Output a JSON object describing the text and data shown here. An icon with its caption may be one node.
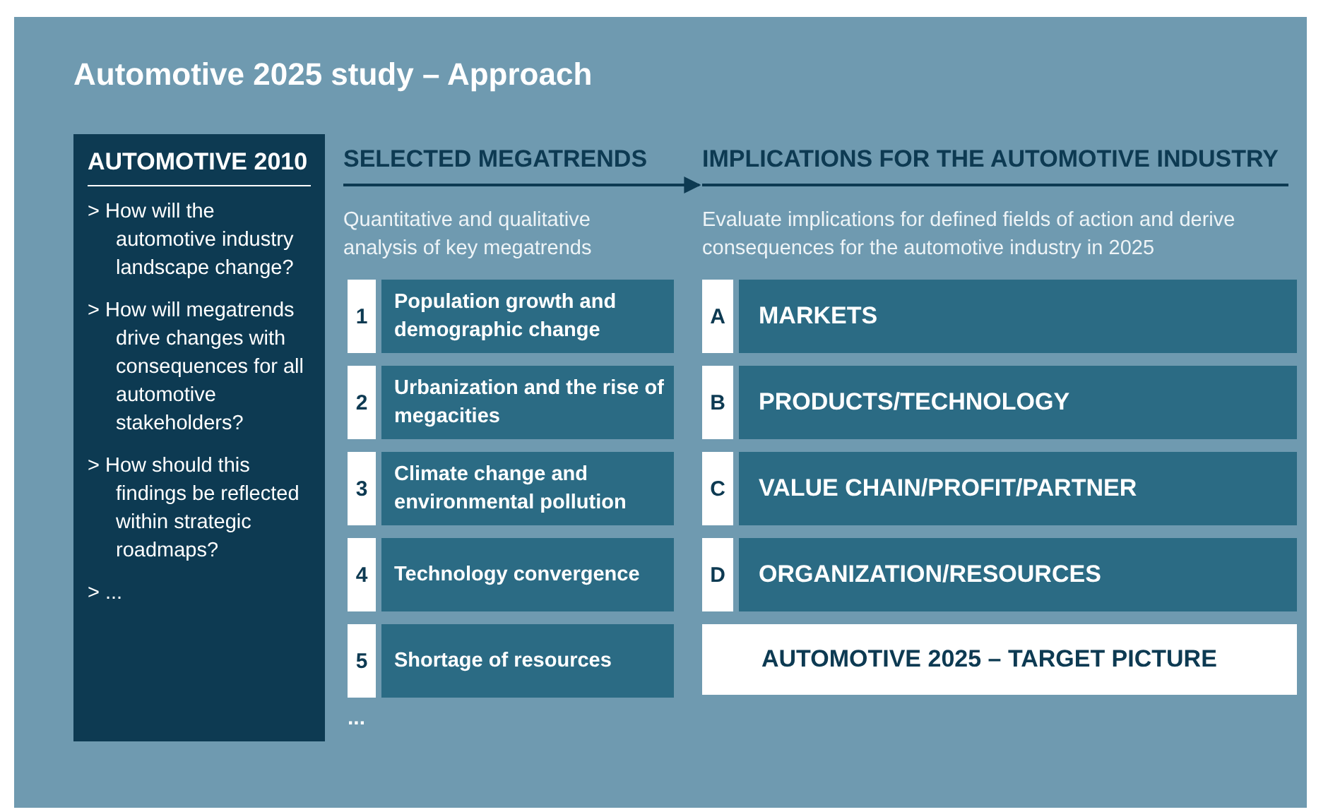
{
  "diagram": {
    "title": "Automotive 2025 study – Approach",
    "nodes": [
      {
        "text": [
          "AUTOMOTIVE 2010",
          "> How will the automotive industry landscape change?",
          "> How will megatrends drive changes with consequences for all automotive stakeholders?",
          "> How should this findings be reflected within strategic roadmaps?",
          "> ..."
        ]
      },
      {
        "text": [
          "SELECTED MEGATRENDS"
        ]
      },
      {
        "text": [
          "IMPLICATIONS FOR THE AUTOMOTIVE INDUSTRY"
        ]
      },
      {
        "text": [
          "1",
          "Population growth and demographic change"
        ]
      },
      {
        "text": [
          "2",
          "Urbanization and the rise of megacities"
        ]
      },
      {
        "text": [
          "3",
          "Climate change and environmental pollution"
        ]
      },
      {
        "text": [
          "4",
          "Technology convergence"
        ]
      },
      {
        "text": [
          "5",
          "Shortage of resources"
        ]
      },
      {
        "text": [
          "A",
          "MARKETS"
        ]
      },
      {
        "text": [
          "B",
          "PRODUCTS/TECHNOLOGY"
        ]
      },
      {
        "text": [
          "C",
          "VALUE CHAIN/PROFIT/PARTNER"
        ]
      },
      {
        "text": [
          "D",
          "ORGANIZATION/RESOURCES"
        ]
      },
      {
        "text": [
          "AUTOMOTIVE 2025 – TARGET PICTURE"
        ]
      }
    ],
    "edges": [
      {
        "from": 1,
        "to": 2,
        "arrow": "to"
      }
    ],
    "labels": [
      "Quantitative and qualitative analysis of key megatrends",
      "Evaluate implications for defined fields of action and derive consequences for the automotive industry in 2025",
      "..."
    ]
  }
}
